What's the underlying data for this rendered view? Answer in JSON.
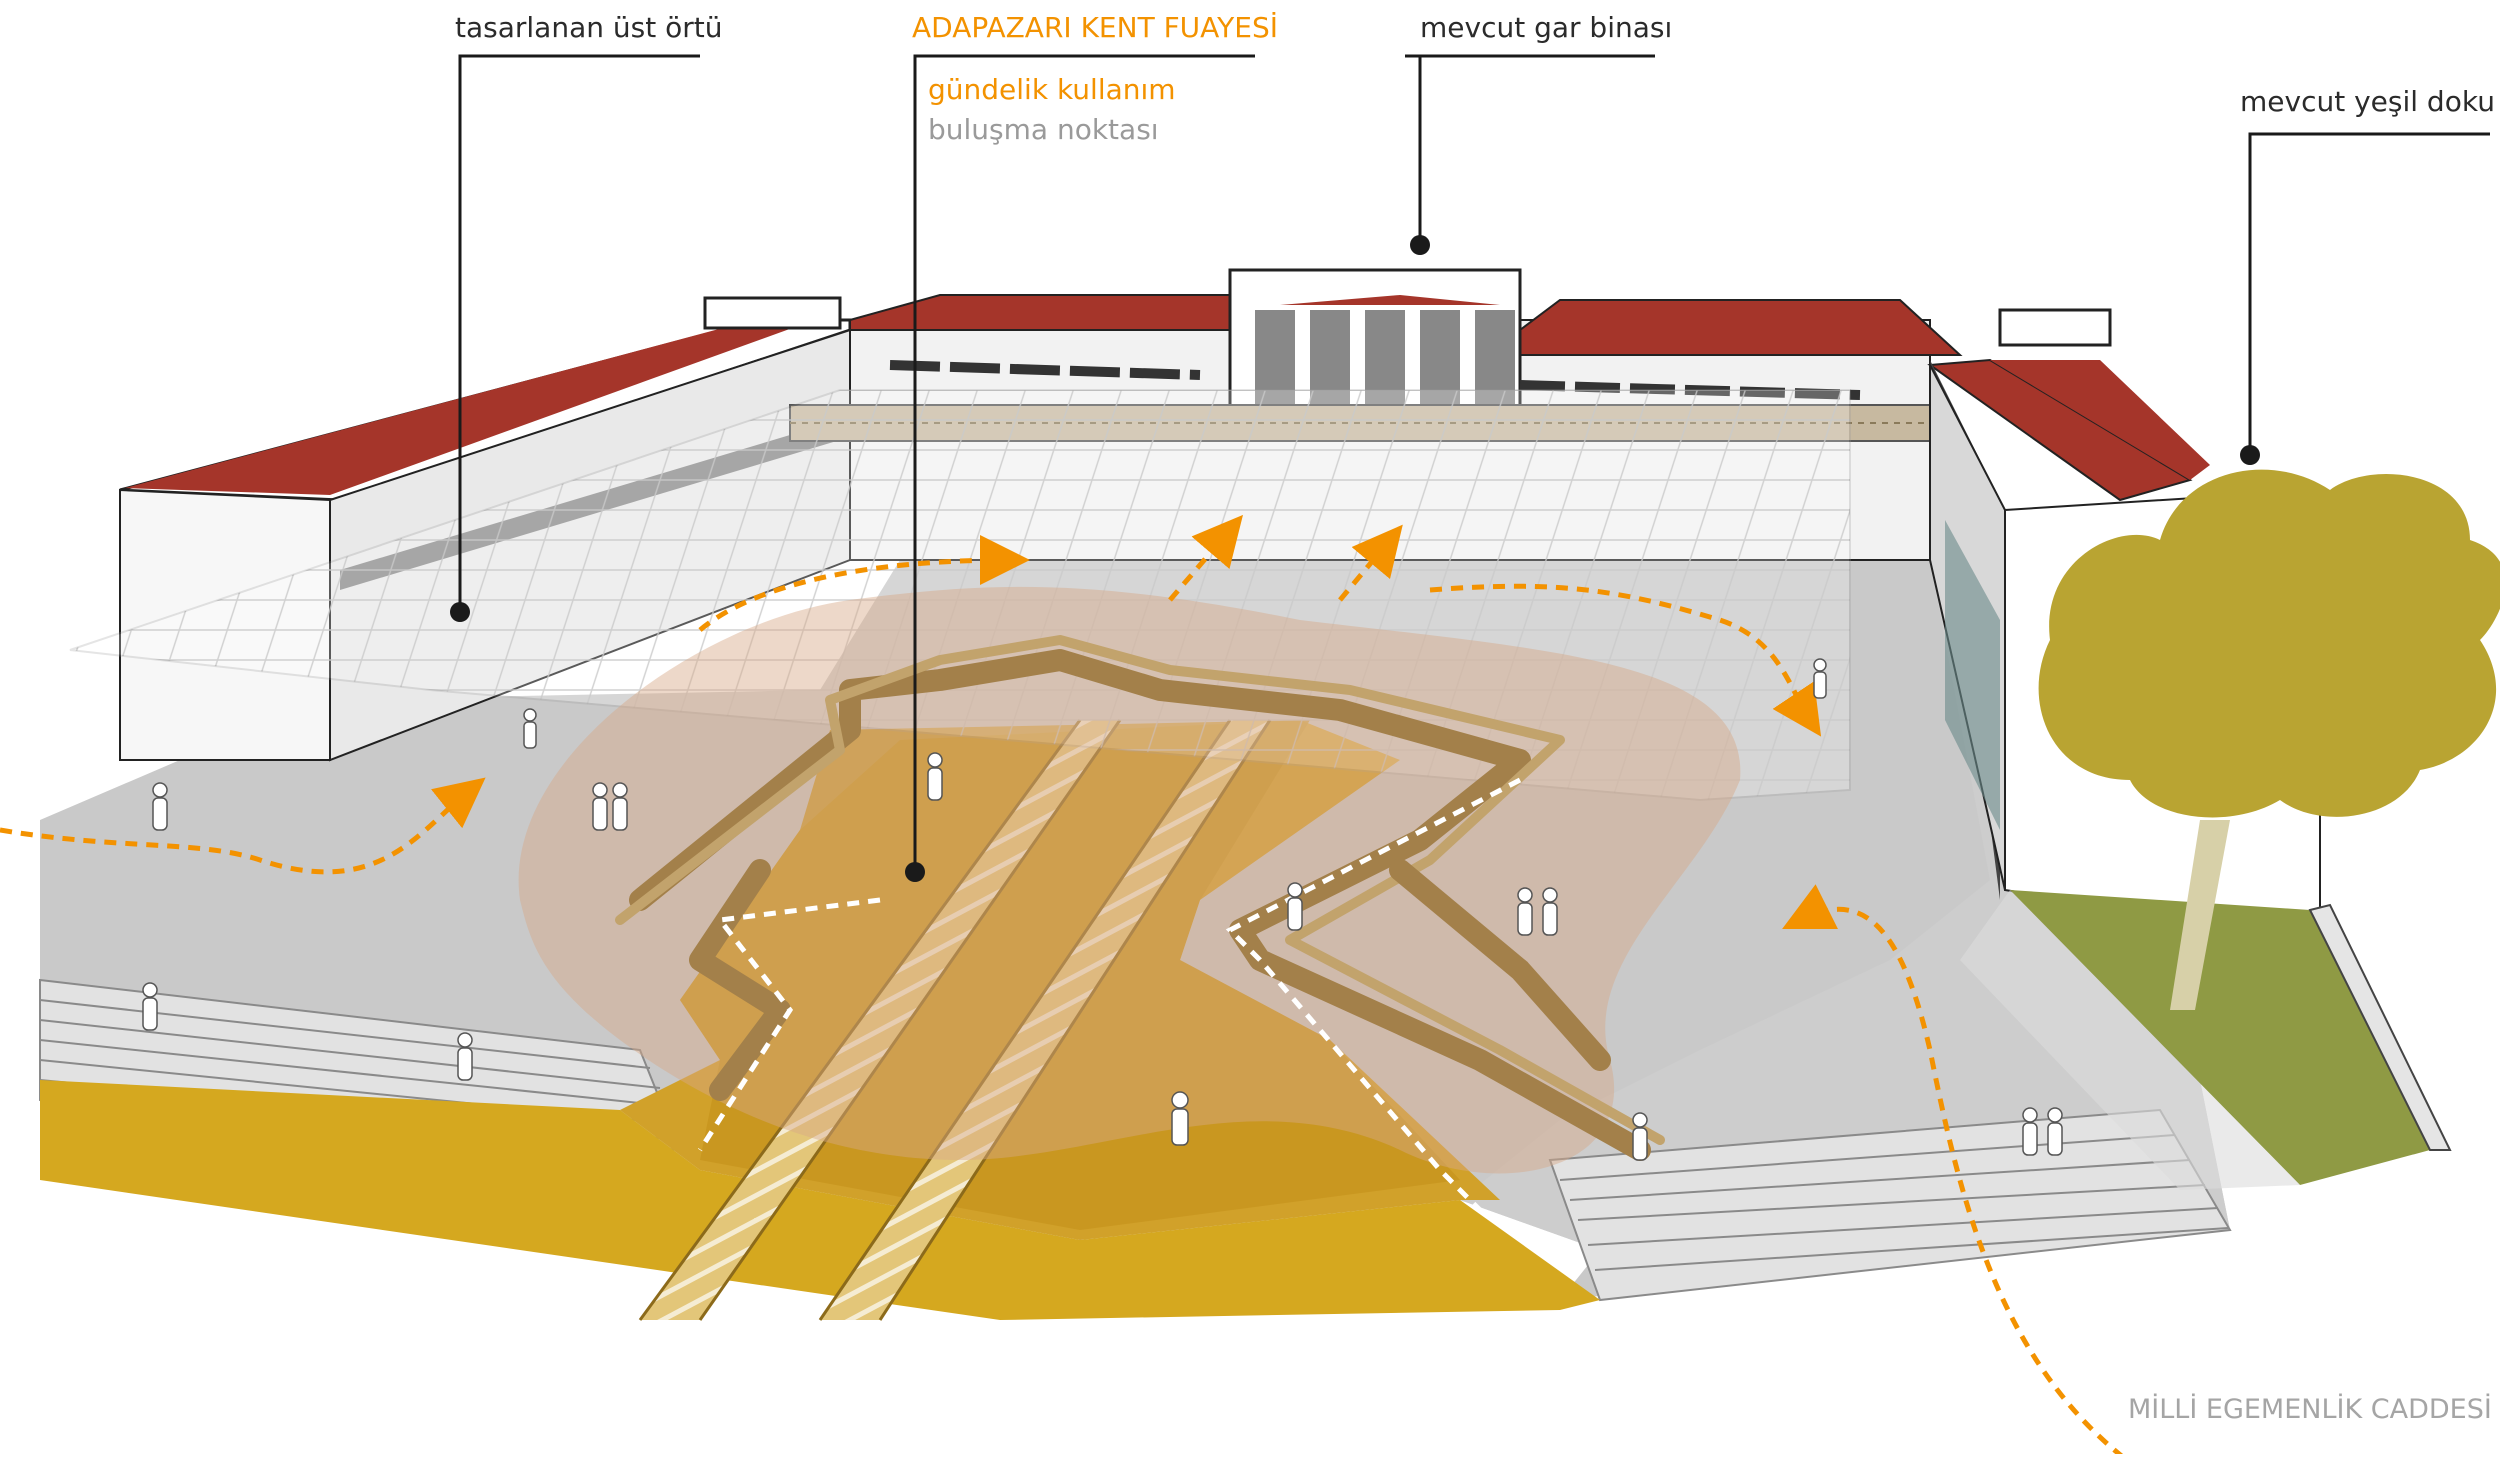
{
  "callouts": {
    "roof": "tasarlanan üst örtü",
    "foyer_title": "ADAPAZARI KENT FUAYESİ",
    "daily_use": "gündelik kullanım",
    "meeting_point": "buluşma noktası",
    "station": "mevcut gar binası",
    "green": "mevcut  yeşil doku",
    "street": "MİLLİ EGEMENLİK CADDESİ"
  },
  "icons": {
    "person": "person-silhouette-icon",
    "tree": "tree-icon",
    "arrow": "flow-arrow-icon"
  },
  "colors": {
    "accent_orange": "#f39200",
    "roof_red": "#a5352a",
    "plaza_gray": "#cfcfcf",
    "rail_gold": "#c99a24",
    "tree_olive": "#b9a432",
    "lawn": "#8f9a44",
    "seating_wood": "#a3804a",
    "leader_line": "#1a1a1a"
  }
}
